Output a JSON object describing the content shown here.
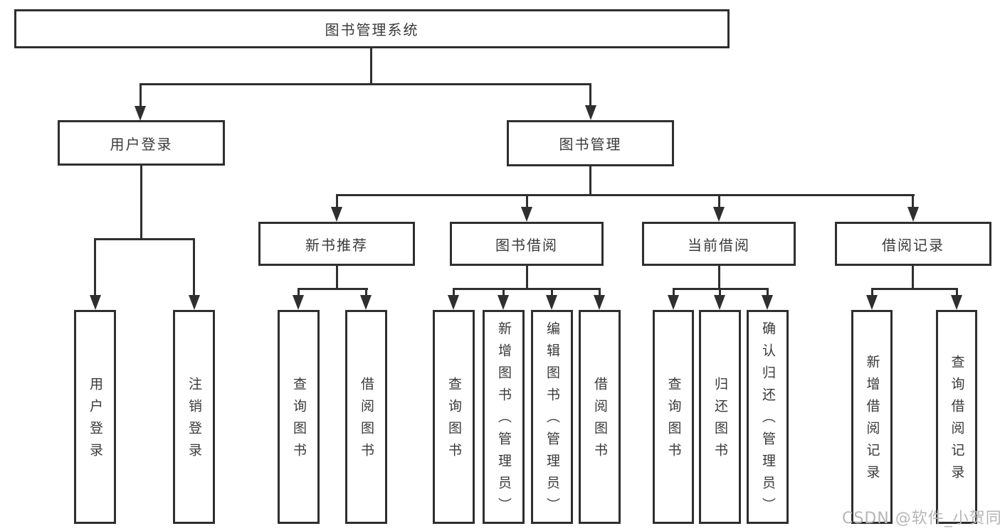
{
  "diagram": {
    "root": {
      "label": "图书管理系统"
    },
    "branches": [
      {
        "label": "用户登录",
        "children": [
          {
            "label": "用户登录"
          },
          {
            "label": "注销登录"
          }
        ]
      },
      {
        "label": "图书管理",
        "children": [
          {
            "label": "新书推荐",
            "children": [
              {
                "label": "查询图书"
              },
              {
                "label": "借阅图书"
              }
            ]
          },
          {
            "label": "图书借阅",
            "children": [
              {
                "label": "查询图书"
              },
              {
                "label": "新增图书（管理员）"
              },
              {
                "label": "编辑图书（管理员）"
              },
              {
                "label": "借阅图书"
              }
            ]
          },
          {
            "label": "当前借阅",
            "children": [
              {
                "label": "查询图书"
              },
              {
                "label": "归还图书"
              },
              {
                "label": "确认归还（管理员）"
              }
            ]
          },
          {
            "label": "借阅记录",
            "children": [
              {
                "label": "新增借阅记录"
              },
              {
                "label": "查询借阅记录"
              }
            ]
          }
        ]
      }
    ],
    "watermark": "CSDN @软件_小贺同学",
    "colors": {
      "line": "#2f2f2f",
      "text": "#3a3a3a",
      "watermark": "#b6b6b6",
      "background": "#ffffff"
    }
  }
}
